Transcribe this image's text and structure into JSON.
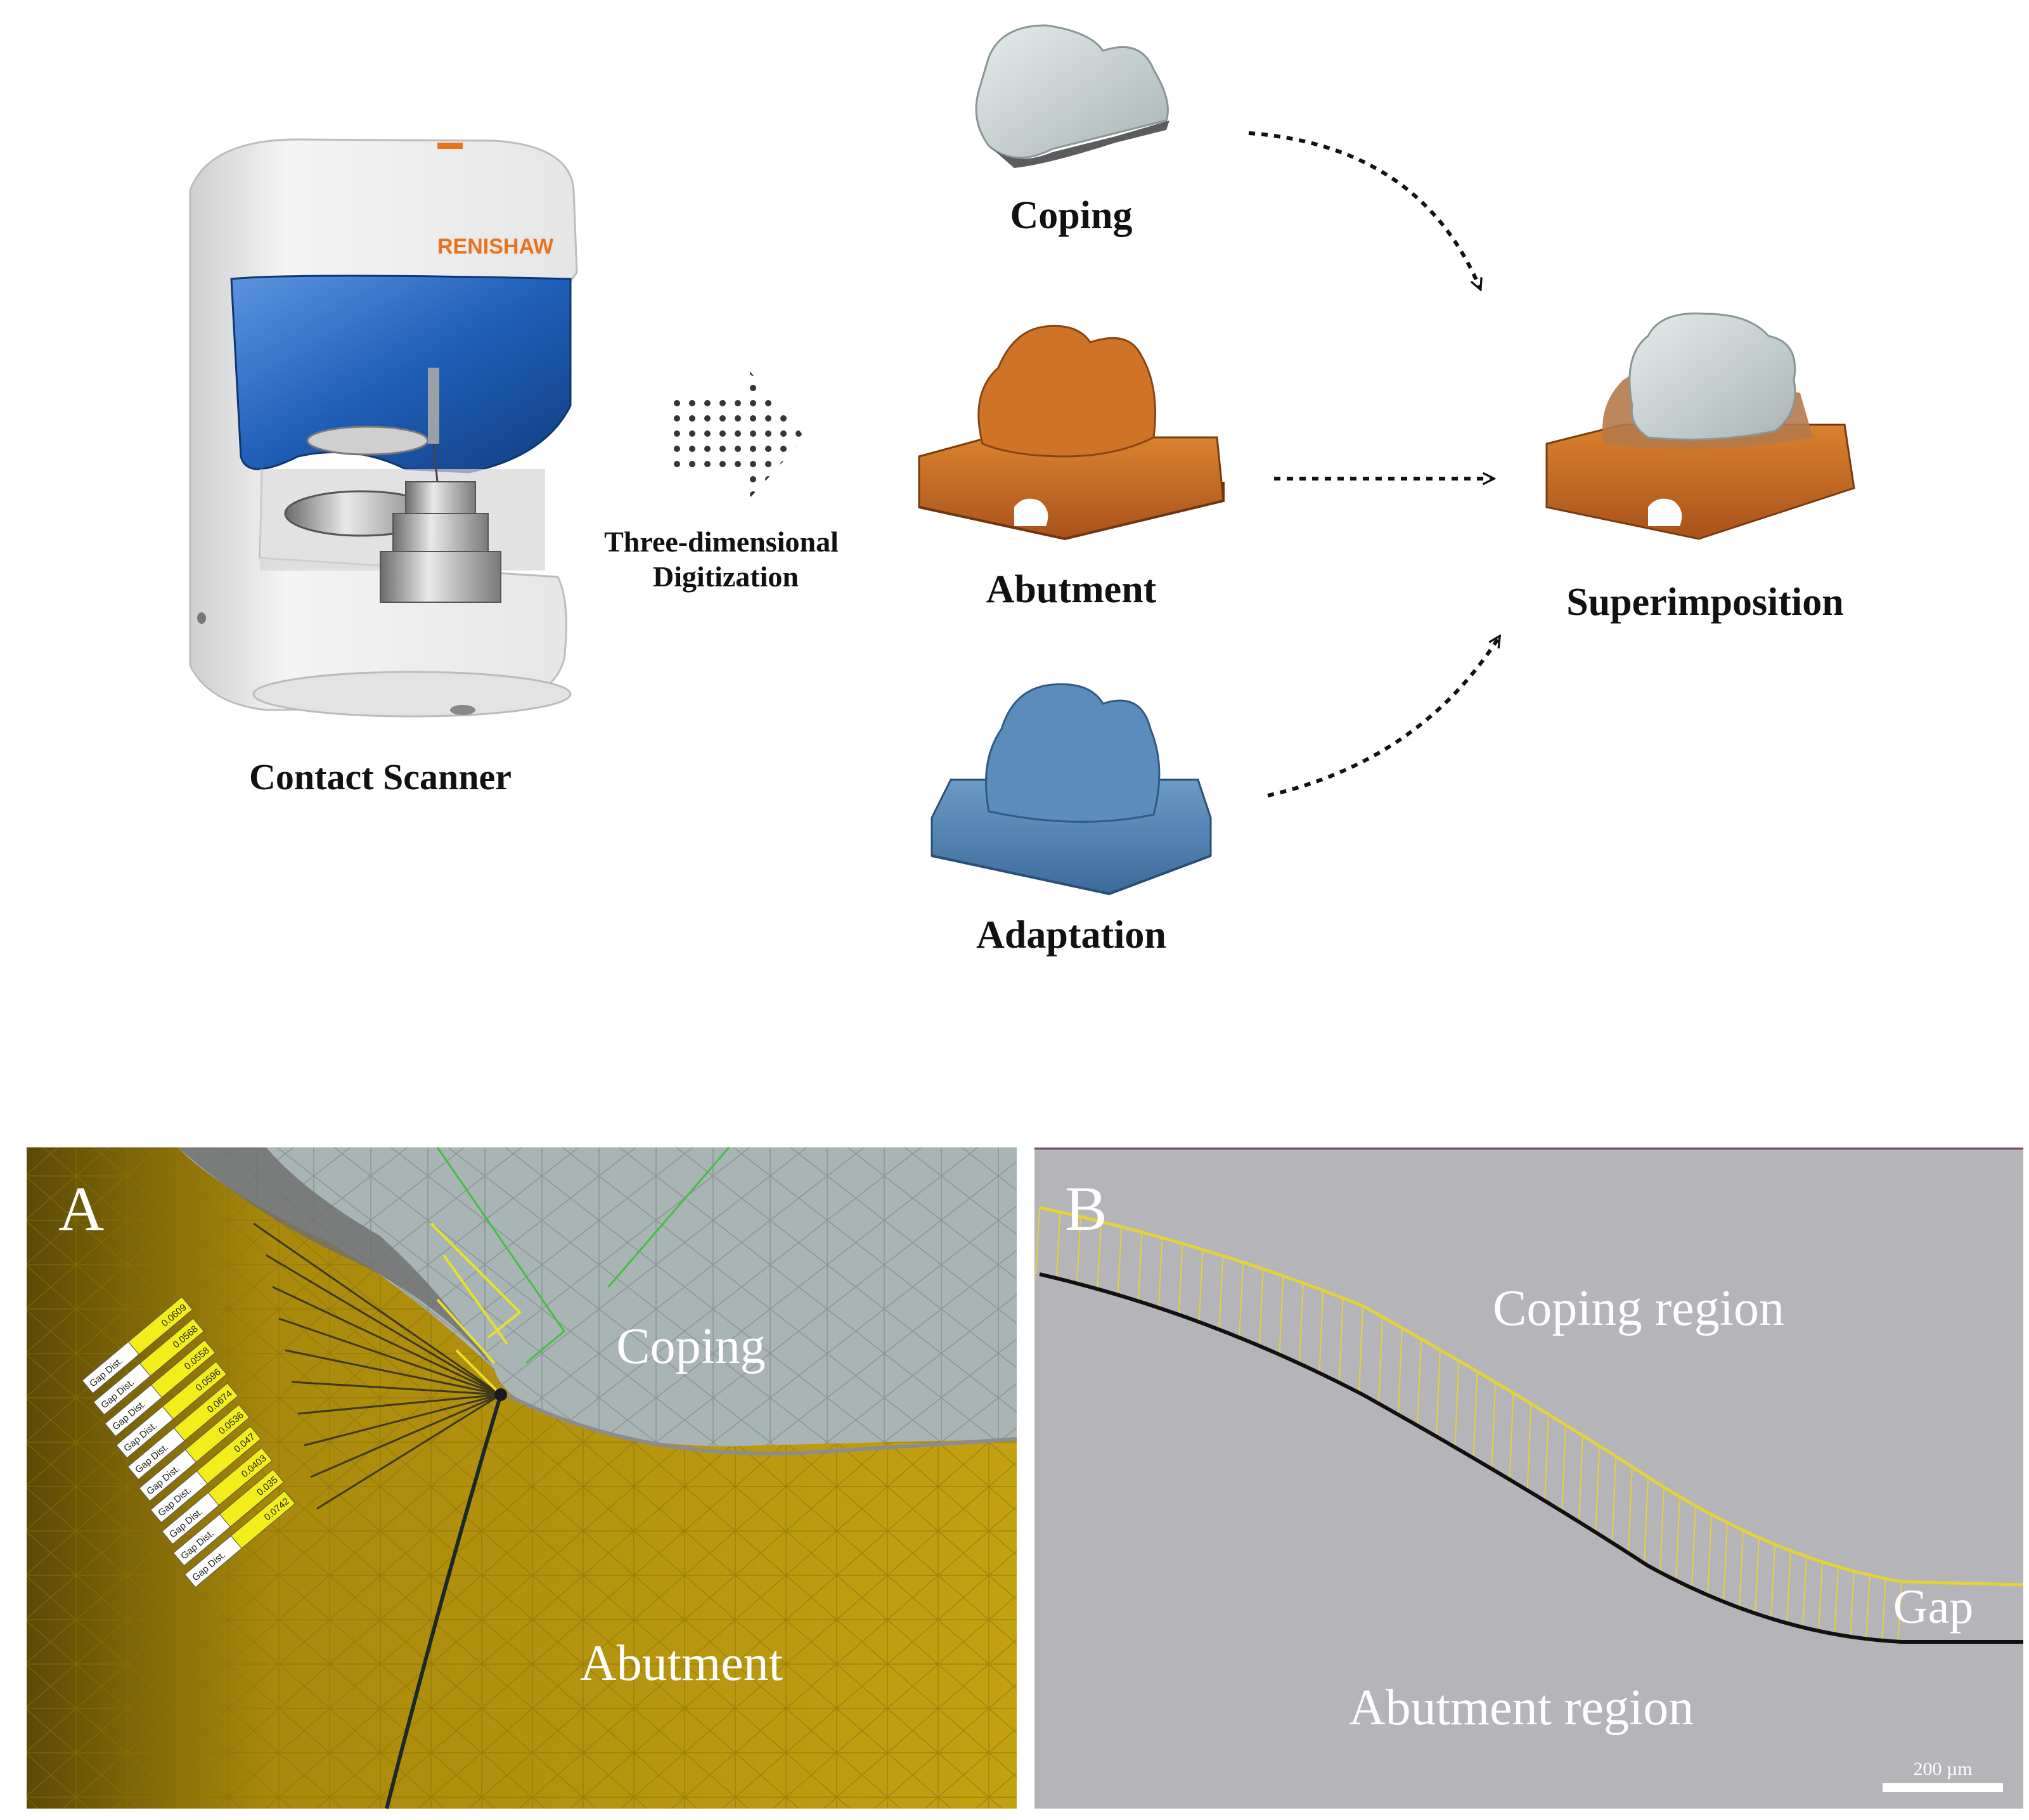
{
  "top": {
    "scanner_label": "Contact Scanner",
    "scanner_brand": "RENISHAW",
    "process_label_line1": "Three-dimensional",
    "process_label_line2": "Digitization",
    "coping_label": "Coping",
    "abutment_label": "Abutment",
    "adaptation_label": "Adaptation",
    "superimposition_label": "Superimposition"
  },
  "panel_a": {
    "letter": "A",
    "coping_label": "Coping",
    "abutment_label": "Abutment",
    "gap_tags": [
      {
        "name": "Gap Dist.",
        "value": "0.0609"
      },
      {
        "name": "Gap Dist.",
        "value": "0.0568"
      },
      {
        "name": "Gap Dist.",
        "value": "0.0558"
      },
      {
        "name": "Gap Dist.",
        "value": "0.0596"
      },
      {
        "name": "Gap Dist.",
        "value": "0.0674"
      },
      {
        "name": "Gap Dist.",
        "value": "0.0536"
      },
      {
        "name": "Gap Dist.",
        "value": "0.047"
      },
      {
        "name": "Gap Dist.",
        "value": "0.0403"
      },
      {
        "name": "Gap Dist.",
        "value": "0.035"
      },
      {
        "name": "Gap Dist.",
        "value": "0.0742"
      }
    ]
  },
  "panel_b": {
    "letter": "B",
    "coping_region_label": "Coping region",
    "abutment_region_label": "Abutment region",
    "gap_label": "Gap",
    "scale_label": "200 µm"
  },
  "colors": {
    "coping": "#c9d3d3",
    "abutment": "#c86a1e",
    "adaptation": "#4f7fae",
    "scanner_blue": "#1f5fb8",
    "brand": "#e8731e",
    "panel_a_yellow": "#b8960a",
    "panel_b_gray": "#b5b4b9",
    "gap_line": "#e3d23a"
  }
}
